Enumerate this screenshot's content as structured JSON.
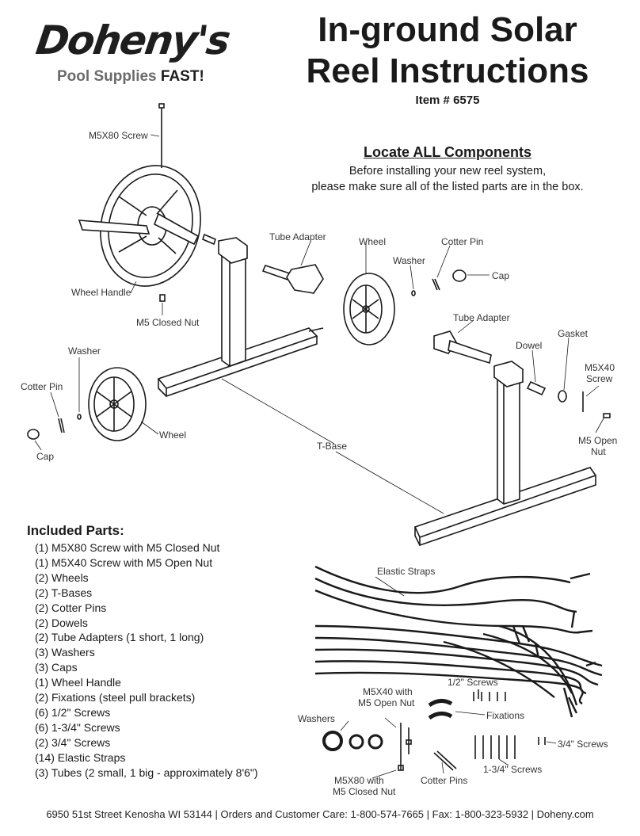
{
  "brand": {
    "name": "Doheny's",
    "tagline_light": "Pool Supplies",
    "tagline_bold": "FAST!"
  },
  "header": {
    "title_line1": "In-ground Solar",
    "title_line2": "Reel Instructions",
    "item_number": "Item # 6575"
  },
  "locate": {
    "heading": "Locate ALL Components",
    "line1": "Before installing your new reel system,",
    "line2": "please make sure all of the listed parts are in the box."
  },
  "diagram_labels": {
    "m5x80_screw": "M5X80 Screw",
    "wheel_handle": "Wheel Handle",
    "m5_closed_nut": "M5 Closed Nut",
    "washer_left": "Washer",
    "cotter_pin_left": "Cotter Pin",
    "cap_left": "Cap",
    "wheel_left": "Wheel",
    "t_base": "T-Base",
    "tube_adapter_top": "Tube Adapter",
    "wheel_top": "Wheel",
    "washer_top": "Washer",
    "cotter_pin_top": "Cotter Pin",
    "cap_top": "Cap",
    "tube_adapter_right": "Tube Adapter",
    "dowel": "Dowel",
    "gasket": "Gasket",
    "m5x40_screw_1": "M5X40",
    "m5x40_screw_2": "Screw",
    "m5_open_nut_1": "M5 Open",
    "m5_open_nut_2": "Nut"
  },
  "hardware_labels": {
    "elastic_straps": "Elastic Straps",
    "half_screws": "1/2\" Screws",
    "m5x40_open_1": "M5X40 with",
    "m5x40_open_2": "M5 Open Nut",
    "fixations": "Fixations",
    "washers": "Washers",
    "three_quarter_screws": "3/4\" Screws",
    "one_three_quarter_screws": "1-3/4\" Screws",
    "m5x80_closed_1": "M5X80 with",
    "m5x80_closed_2": "M5 Closed Nut",
    "cotter_pins": "Cotter Pins"
  },
  "included": {
    "title": "Included Parts:",
    "items": [
      "(1)  M5X80 Screw with M5 Closed Nut",
      "(1)  M5X40 Screw with M5 Open Nut",
      "(2)  Wheels",
      "(2)  T-Bases",
      "(2)  Cotter Pins",
      "(2)  Dowels",
      "(2)  Tube Adapters (1 short, 1 long)",
      "(3)  Washers",
      "(3)  Caps",
      "(1)  Wheel Handle",
      "(2)  Fixations (steel pull brackets)",
      "(6)  1/2\" Screws",
      "(6)  1-3/4\" Screws",
      "(2)  3/4\" Screws",
      "(14)  Elastic Straps",
      "(3)  Tubes (2 small, 1 big - approximately 8'6\")"
    ]
  },
  "footer": "6950 51st Street Kenosha WI 53144  |  Orders and Customer Care: 1-800-574-7665  |  Fax: 1-800-323-5932  |  Doheny.com"
}
